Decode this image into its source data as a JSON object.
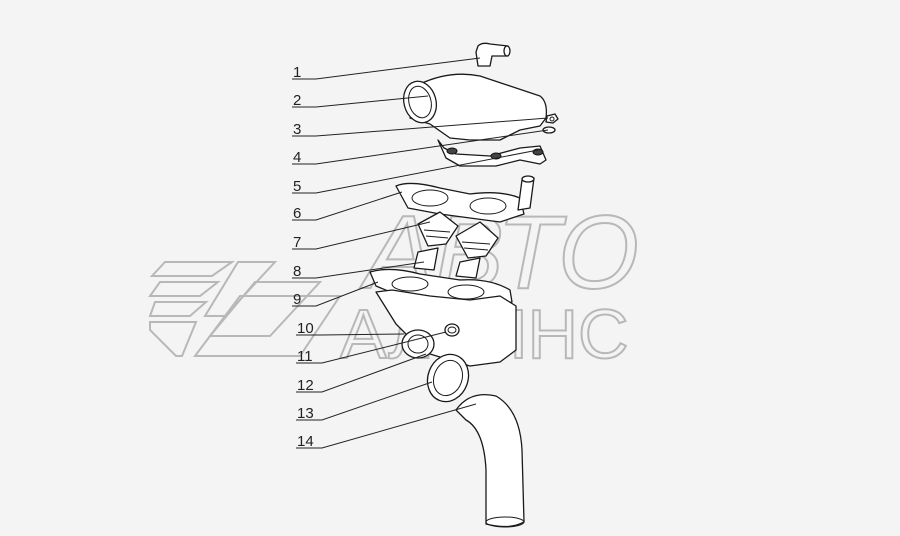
{
  "watermark": {
    "line1": "АВТО",
    "line2": "АЛЬЯНС"
  },
  "callouts": [
    "1",
    "2",
    "3",
    "4",
    "5",
    "6",
    "7",
    "8",
    "9",
    "10",
    "11",
    "12",
    "13",
    "14"
  ],
  "colors": {
    "background": "#f4f4f4",
    "line": "#1a1a1a",
    "watermark": "#b8b8b8"
  }
}
